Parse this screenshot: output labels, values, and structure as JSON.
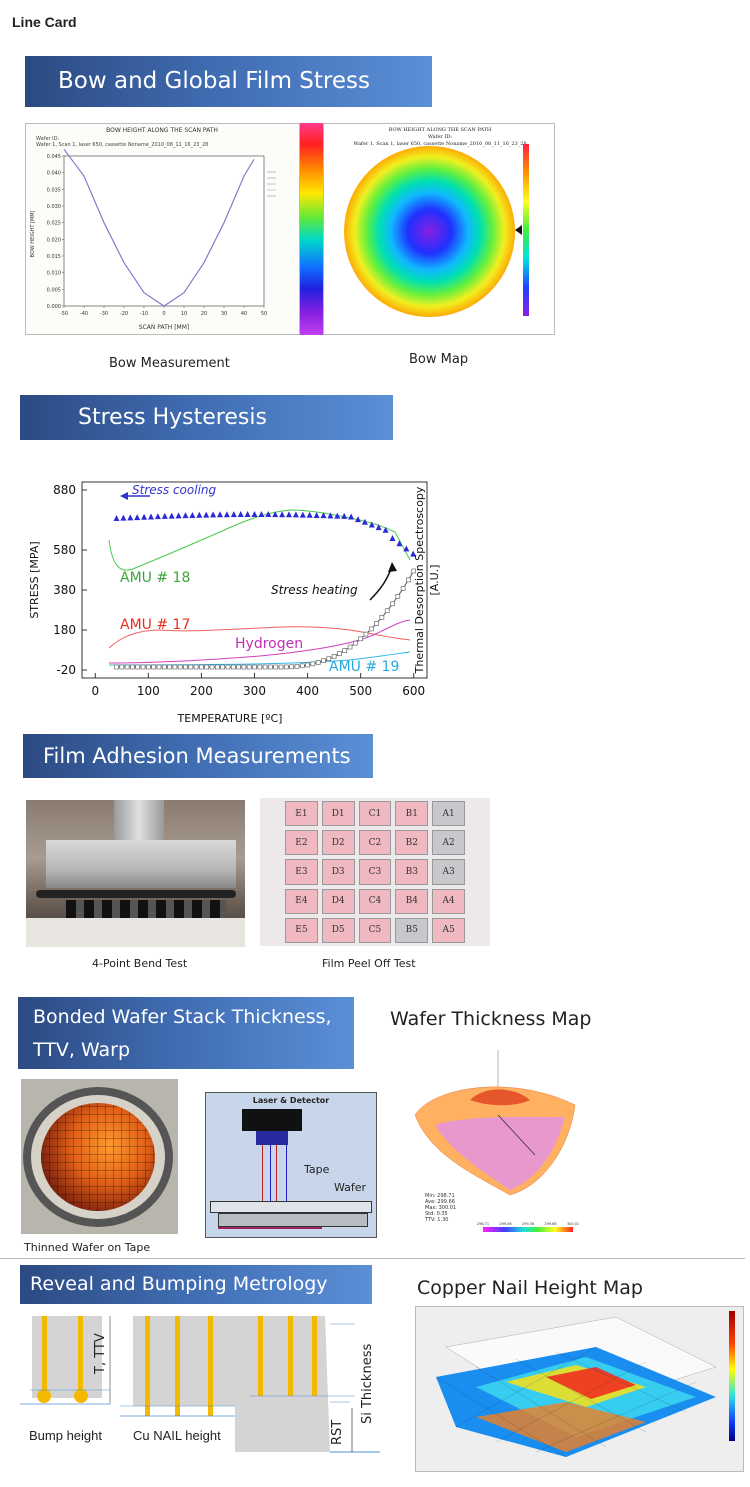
{
  "page": {
    "title": "Line Card"
  },
  "sections": {
    "bow": {
      "header": "Bow and Global Film Stress",
      "left_plot": {
        "title": "BOW HEIGHT ALONG THE SCAN PATH",
        "wafer_label": "Wafer ID:",
        "subtitle": "Wafer 1, Scan 1, laser 650, cassette Noname_2010_08_11_16_23_28",
        "ylabel": "BOW HEIGHT [MM]",
        "xlabel": "SCAN PATH [MM]"
      },
      "right_plot": {
        "title": "BOW HEIGHT ALONG THE SCAN PATH",
        "wafer_label": "Wafer ID:",
        "subtitle": "Wafer 1, Scan 1, laser 650, cassette Noname_2010_08_11_16_23_28"
      },
      "caption_left": "Bow Measurement",
      "caption_right": "Bow Map"
    },
    "hysteresis": {
      "header": "Stress Hysteresis",
      "labels": {
        "stress_cooling": "Stress cooling",
        "stress_heating": "Stress heating",
        "amu18": "AMU # 18",
        "amu17": "AMU # 17",
        "hydrogen": "Hydrogen",
        "amu19": "AMU # 19",
        "ylabel": "STRESS [MPA]",
        "xlabel": "TEMPERATURE [ºC]",
        "y2label": "Thermal Desorption Spectroscopy",
        "y2unit": "[A.U.]"
      }
    },
    "adhesion": {
      "header": "Film Adhesion Measurements",
      "caption_left": "4-Point Bend Test",
      "caption_right": "Film Peel Off Test",
      "peel_cells": [
        [
          "E1",
          "D1",
          "C1",
          "B1",
          "A1"
        ],
        [
          "E2",
          "D2",
          "C2",
          "B2",
          "A2"
        ],
        [
          "E3",
          "D3",
          "C3",
          "B3",
          "A3"
        ],
        [
          "E4",
          "D4",
          "C4",
          "B4",
          "A4"
        ],
        [
          "E5",
          "D5",
          "C5",
          "B5",
          "A5"
        ]
      ]
    },
    "bonded": {
      "header_line1": "Bonded Wafer Stack Thickness,",
      "header_line2": "TTV, Warp",
      "map_title": "Wafer Thickness Map",
      "caption_wafer": "Thinned Wafer on Tape",
      "diagram": {
        "laser": "Laser & Detector",
        "tape": "Tape",
        "wafer": "Wafer"
      },
      "stats": [
        "Min: 298.71",
        "Ave: 299.66",
        "Max: 300.01",
        "Std: 0.35",
        "TTV: 1.30"
      ],
      "scale_ticks": [
        "298.71",
        "299.06",
        "299.36",
        "299.66",
        "300.01"
      ]
    },
    "reveal": {
      "header": "Reveal and Bumping Metrology",
      "map_title": "Copper Nail Height Map",
      "labels": {
        "ttv": "T, TTV",
        "si_thickness": "Si Thickness",
        "rst": "RST",
        "bump": "Bump height",
        "nail": "Cu NAIL height"
      }
    }
  },
  "chart_data": [
    {
      "type": "line",
      "series": [
        {
          "x": [
            -50,
            -40,
            -30,
            -20,
            -10,
            0,
            10,
            20,
            30,
            40,
            45
          ],
          "y": [
            0.047,
            0.039,
            0.025,
            0.013,
            0.004,
            0.0,
            0.004,
            0.013,
            0.025,
            0.039,
            0.044
          ]
        }
      ],
      "title": "BOW HEIGHT ALONG THE SCAN PATH",
      "xlabel": "SCAN PATH [MM]",
      "ylabel": "BOW HEIGHT [MM]",
      "xticks": [
        -50,
        -40,
        -30,
        -20,
        -10,
        0,
        10,
        20,
        30,
        40,
        50
      ],
      "yticks": [
        0.0,
        0.005,
        0.01,
        0.015,
        0.02,
        0.025,
        0.03,
        0.035,
        0.04,
        0.045
      ],
      "xlim": [
        -50,
        50
      ],
      "ylim": [
        0,
        0.045
      ]
    },
    {
      "type": "line",
      "xlabel": "TEMPERATURE [ºC]",
      "ylabel": "STRESS [MPA]",
      "xticks": [
        0,
        100,
        200,
        300,
        400,
        500,
        600
      ],
      "yticks": [
        -20,
        180,
        380,
        580,
        880
      ],
      "ylim": [
        -20,
        880
      ],
      "xlim": [
        0,
        600
      ]
    }
  ]
}
